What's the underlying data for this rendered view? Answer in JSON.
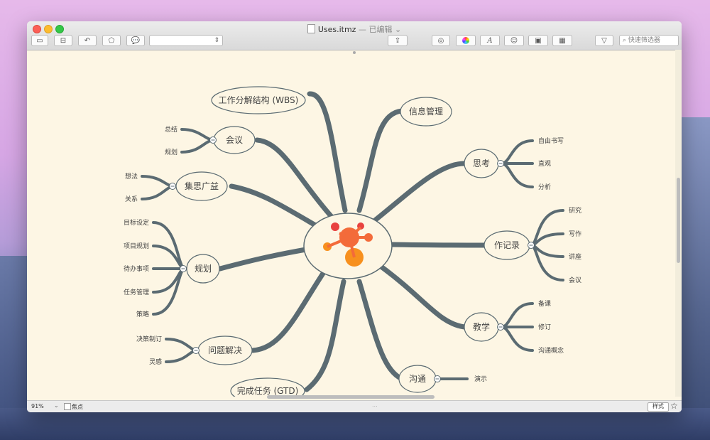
{
  "window": {
    "filename": "Uses.itmz",
    "status": "— 已编辑"
  },
  "toolbar": {
    "search_placeholder": "快速筛选器",
    "style_icons": [
      "topic-icon",
      "subtopic-icon",
      "relationship-icon",
      "label-icon",
      "callout-icon"
    ],
    "right_icons": [
      "share-icon",
      "theme-icon",
      "color-icon",
      "font-icon",
      "emoji-icon",
      "image-icon",
      "table-icon",
      "filter-icon"
    ]
  },
  "map": {
    "center_icon": "ithoughts-logo",
    "left": [
      {
        "label": "工作分解结构 (WBS)",
        "children": []
      },
      {
        "label": "会议",
        "children": [
          "总结",
          "规划"
        ]
      },
      {
        "label": "集思广益",
        "children": [
          "想法",
          "关系"
        ]
      },
      {
        "label": "规划",
        "children": [
          "目标设定",
          "项目规划",
          "待办事项",
          "任务管理",
          "策略"
        ]
      },
      {
        "label": "问题解决",
        "children": [
          "决策制订",
          "灵感"
        ]
      },
      {
        "label": "完成任务 (GTD)",
        "children": []
      }
    ],
    "right": [
      {
        "label": "信息管理",
        "children": []
      },
      {
        "label": "思考",
        "children": [
          "自由书写",
          "直观",
          "分析"
        ]
      },
      {
        "label": "作记录",
        "children": [
          "研究",
          "写作",
          "讲座",
          "会议"
        ]
      },
      {
        "label": "教学",
        "children": [
          "备课",
          "修订",
          "沟通概念"
        ]
      },
      {
        "label": "沟通",
        "children": [
          "演示"
        ]
      }
    ]
  },
  "statusbar": {
    "zoom": "91%",
    "focus_label": "焦点",
    "dots": "...",
    "style_button": "样式"
  },
  "colors": {
    "branch": "#5b6b72",
    "canvas": "#fdf6e4",
    "accent": "#f47a2e"
  }
}
